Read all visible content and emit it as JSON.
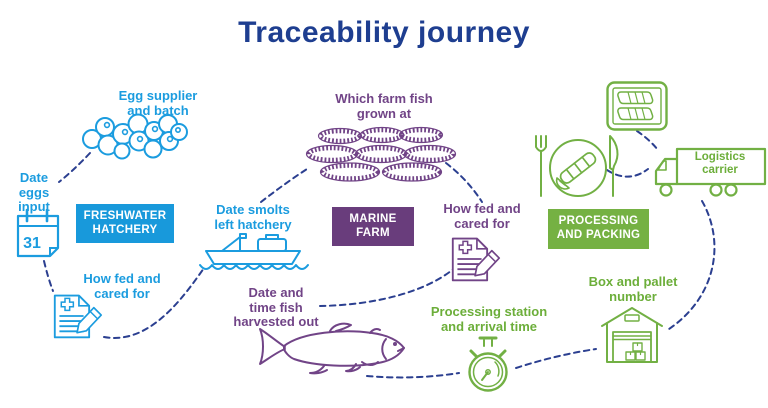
{
  "title": "Traceability journey",
  "colors": {
    "title_navy": "#1E3E90",
    "connector_navy": "#2B3F90",
    "hatchery_blue": "#1899DB",
    "marine_purple": "#693D7C",
    "processing_green": "#75B143",
    "text_blue": "#1B9CDF",
    "text_purple": "#714487",
    "text_green": "#6CAE3A"
  },
  "stages": {
    "hatchery": {
      "label_lines": [
        "FRESHWATER",
        "HATCHERY"
      ]
    },
    "marine": {
      "label_lines": [
        "MARINE",
        "FARM"
      ]
    },
    "processing": {
      "label_lines": [
        "PROCESSING",
        "AND PACKING"
      ]
    }
  },
  "steps": {
    "egg_supplier": {
      "lines": [
        "Egg supplier",
        "and batch"
      ]
    },
    "date_eggs": {
      "lines": [
        "Date",
        "eggs",
        "input"
      ]
    },
    "how_fed_hatchery": {
      "lines": [
        "How fed and",
        "cared for"
      ]
    },
    "date_smolts": {
      "lines": [
        "Date smolts",
        "left hatchery"
      ]
    },
    "which_farm": {
      "lines": [
        "Which farm fish",
        "grown at"
      ]
    },
    "how_fed_farm": {
      "lines": [
        "How fed and",
        "cared for"
      ]
    },
    "harvested": {
      "lines": [
        "Date and",
        "time fish",
        "harvested out"
      ]
    },
    "processing_station": {
      "lines": [
        "Processing station",
        "and arrival time"
      ]
    },
    "box_pallet": {
      "lines": [
        "Box and pallet",
        "number"
      ]
    },
    "logistics_carrier": {
      "lines": [
        "Logistics",
        "carrier"
      ]
    }
  },
  "calendar": {
    "day": "31"
  },
  "icon_names": [
    "egg-cluster-icon",
    "calendar-icon",
    "record-document-icon",
    "boat-icon",
    "fish-pens-icon",
    "salmon-icon",
    "stopwatch-icon",
    "fillet-package-icon",
    "plate-cutlery-icon",
    "truck-icon",
    "warehouse-icon"
  ]
}
